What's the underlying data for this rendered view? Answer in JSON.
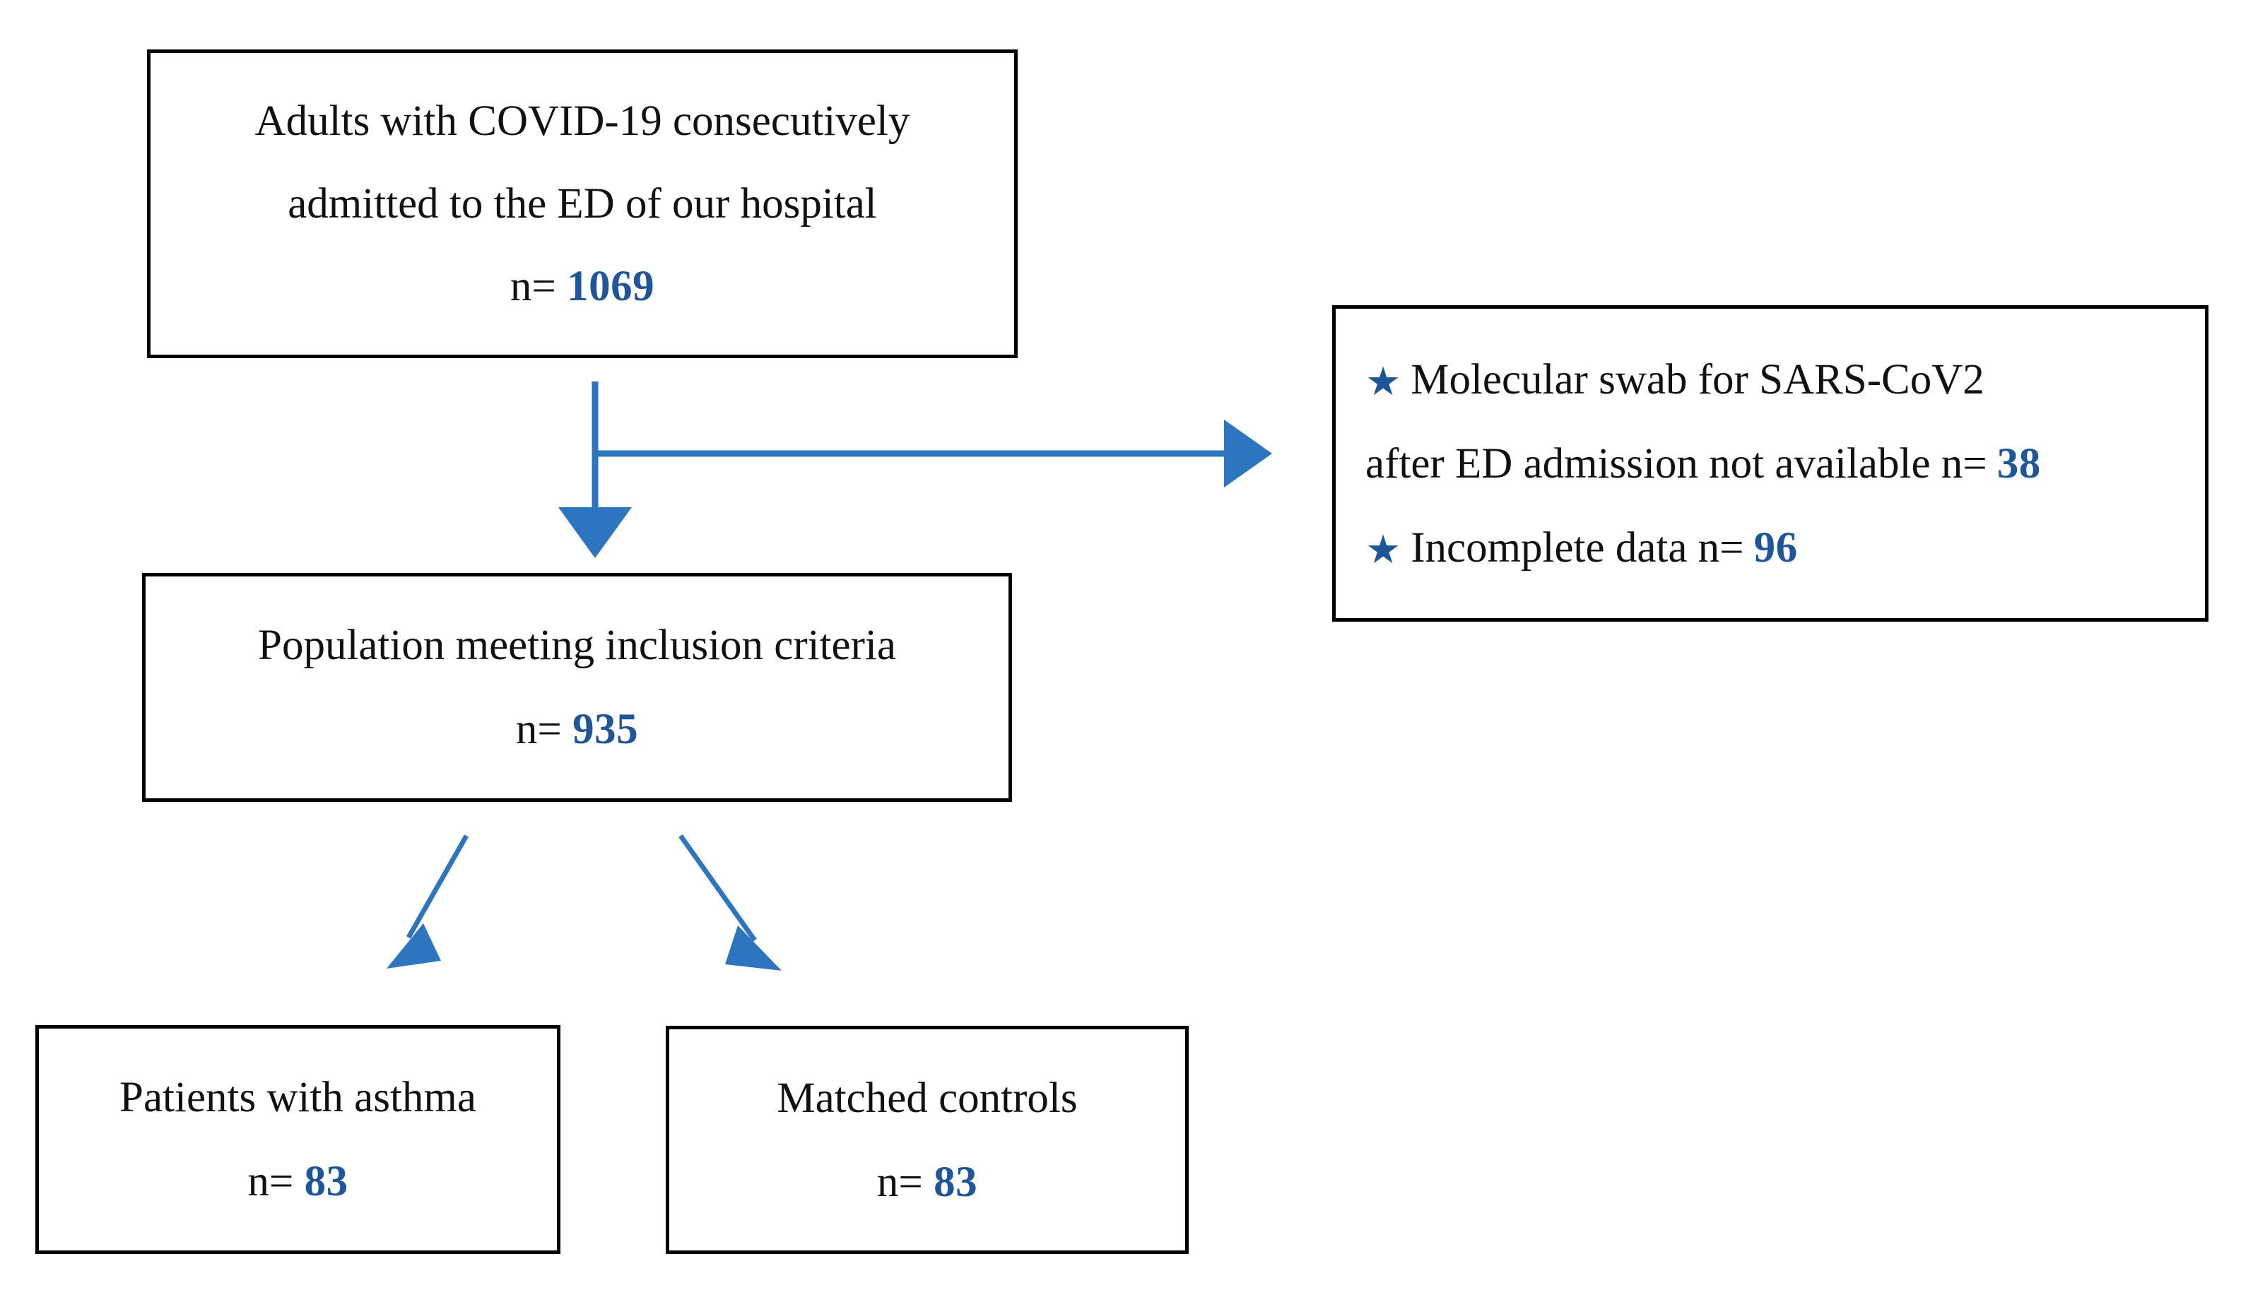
{
  "figure": {
    "type": "study-flow-diagram",
    "colors": {
      "box_border": "#000000",
      "text": "#111111",
      "count_blue": "#1f5599",
      "arrow_blue": "#2e75c0",
      "star_blue": "#1f5599",
      "background": "#ffffff"
    }
  },
  "nodes": {
    "enrolled": {
      "line1": "Adults with COVID-19 consecutively",
      "line2": "admitted to the ED of our hospital",
      "count_label": "n=",
      "count_value": "1069"
    },
    "included": {
      "line1": "Population meeting inclusion criteria",
      "count_label": "n=",
      "count_value": "935"
    },
    "asthma": {
      "line1": "Patients with asthma",
      "count_label": "n=",
      "count_value": "83"
    },
    "controls": {
      "line1": "Matched controls",
      "count_label": "n=",
      "count_value": "83"
    }
  },
  "exclusions": {
    "items": [
      {
        "bullet": "star-icon",
        "line1": "Molecular swab for SARS-CoV2",
        "line2": "after ED admission not available n=",
        "count_value": "38"
      },
      {
        "bullet": "star-icon",
        "line1": "Incomplete data n=",
        "count_value": "96"
      }
    ]
  },
  "arrows": {
    "enrolled_to_included": "down-arrow",
    "enrolled_to_exclusions": "right-arrow",
    "included_to_asthma": "diagonal-down-left-arrow",
    "included_to_controls": "diagonal-down-right-arrow"
  }
}
